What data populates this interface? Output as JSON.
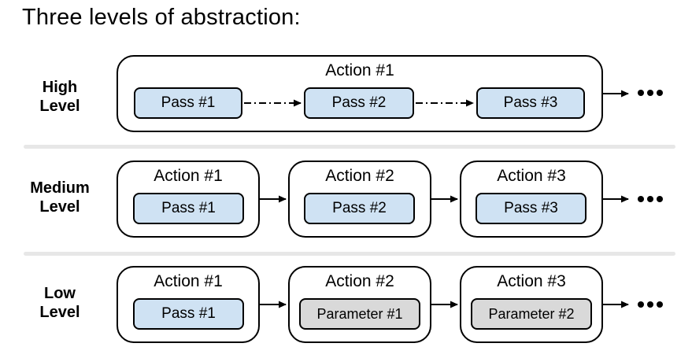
{
  "title": "Three levels of abstraction:",
  "colors": {
    "background": "#ffffff",
    "text": "#000000",
    "box_border": "#000000",
    "pass_fill": "#cfe2f3",
    "parameter_fill": "#d9d9d9",
    "divider": "#e7e7e7",
    "arrow": "#000000"
  },
  "rows": {
    "high": {
      "label_line1": "High",
      "label_line2": "Level",
      "action_label": "Action #1",
      "passes": [
        "Pass #1",
        "Pass #2",
        "Pass #3"
      ]
    },
    "medium": {
      "label_line1": "Medium",
      "label_line2": "Level",
      "actions": [
        {
          "label": "Action #1",
          "item": "Pass #1",
          "kind": "pass"
        },
        {
          "label": "Action #2",
          "item": "Pass #2",
          "kind": "pass"
        },
        {
          "label": "Action #3",
          "item": "Pass #3",
          "kind": "pass"
        }
      ]
    },
    "low": {
      "label_line1": "Low",
      "label_line2": "Level",
      "actions": [
        {
          "label": "Action #1",
          "item": "Pass #1",
          "kind": "pass"
        },
        {
          "label": "Action #2",
          "item": "Parameter #1",
          "kind": "parameter"
        },
        {
          "label": "Action #3",
          "item": "Parameter #2",
          "kind": "parameter"
        }
      ]
    }
  }
}
